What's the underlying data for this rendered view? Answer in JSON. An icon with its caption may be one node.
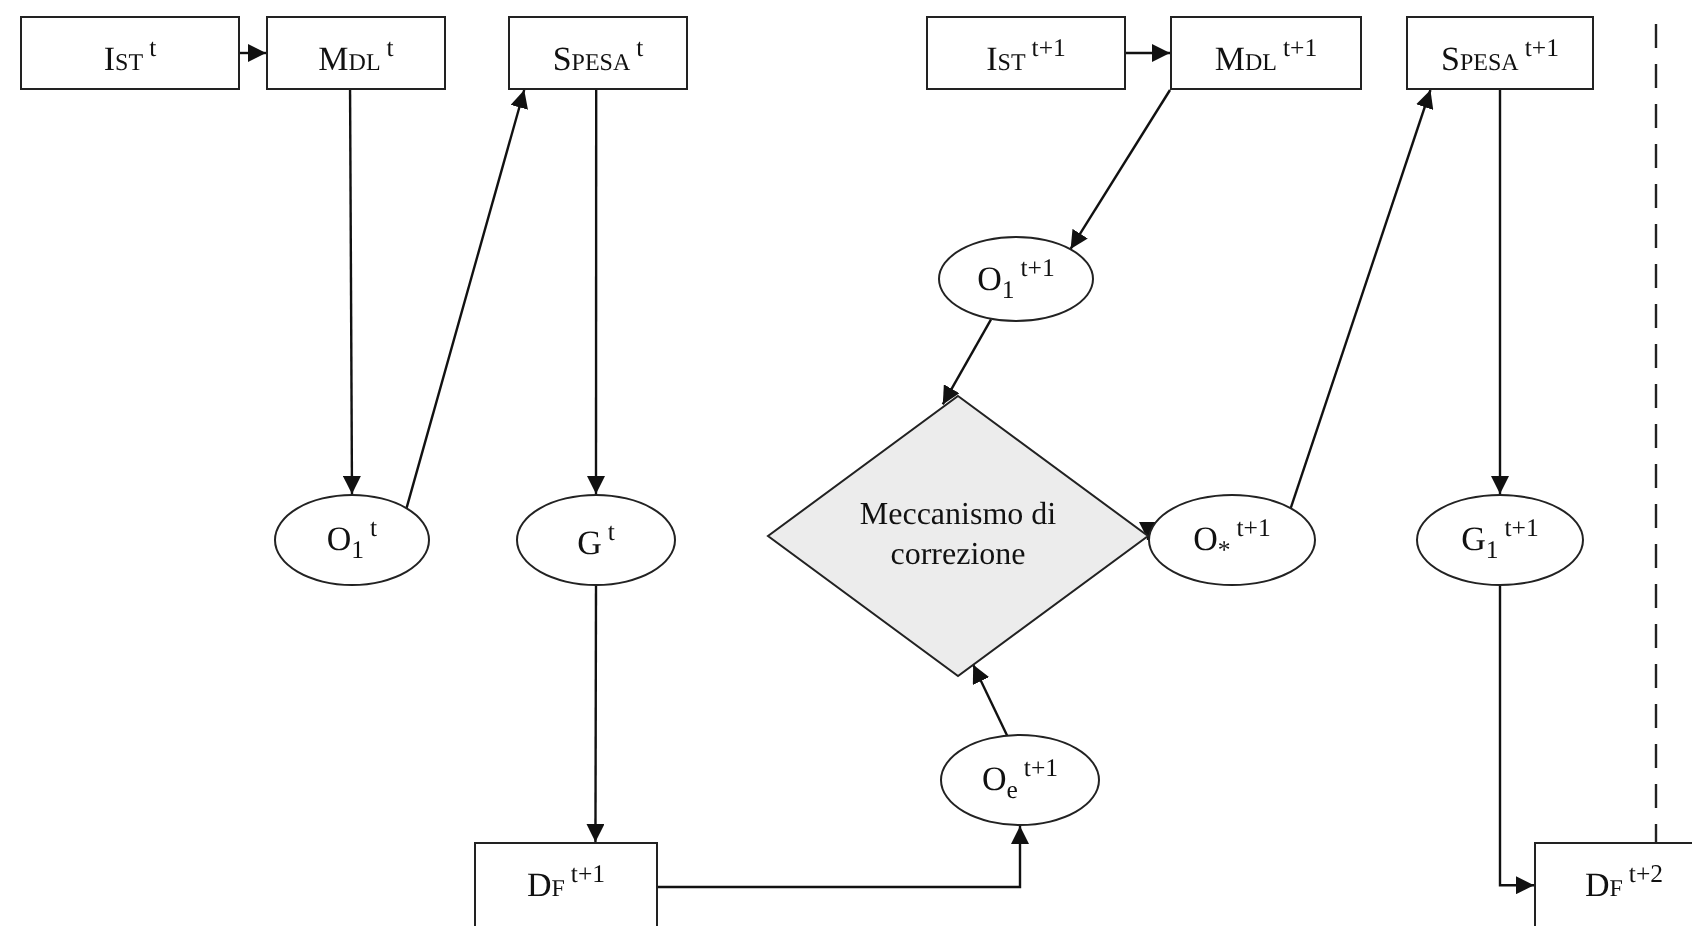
{
  "diagram": {
    "nodes": [
      {
        "text": [
          "Ist$^{t}$"
        ]
      },
      {
        "text": [
          "Mdl$^{t}$"
        ]
      },
      {
        "text": [
          "Spesa$^{t}$"
        ]
      },
      {
        "text": [
          "Ist$^{t+1}$"
        ]
      },
      {
        "text": [
          "Mdl$^{t+1}$"
        ]
      },
      {
        "text": [
          "Spesa$^{t+1}$"
        ]
      },
      {
        "text": [
          "O$_{1}$$^{t+1}$"
        ]
      },
      {
        "text": [
          "O$_{1}$$^{t}$"
        ]
      },
      {
        "text": [
          "G$^{t}$"
        ]
      },
      {
        "text": [
          "Meccanismo di correzione"
        ]
      },
      {
        "text": [
          "O$_{*}$$^{t+1}$"
        ]
      },
      {
        "text": [
          "G$_{1}$$^{t+1}$"
        ]
      },
      {
        "text": [
          "O$_{e}$$^{t+1}$"
        ]
      },
      {
        "text": [
          "Df$^{t+1}$"
        ]
      },
      {
        "text": [
          "Df$^{t+2}$"
        ]
      }
    ],
    "edges": [
      {
        "from": 0,
        "to": 1,
        "arrow": "to"
      },
      {
        "from": 1,
        "to": 7,
        "arrow": "to"
      },
      {
        "from": 7,
        "to": 2,
        "arrow": "to"
      },
      {
        "from": 2,
        "to": 8,
        "arrow": "to"
      },
      {
        "from": 8,
        "to": 13,
        "arrow": "to"
      },
      {
        "from": 13,
        "to": 12,
        "arrow": "to"
      },
      {
        "from": 12,
        "to": 9,
        "arrow": "to"
      },
      {
        "from": 3,
        "to": 4,
        "arrow": "to"
      },
      {
        "from": 4,
        "to": 6,
        "arrow": "to"
      },
      {
        "from": 6,
        "to": 9,
        "arrow": "to"
      },
      {
        "from": 9,
        "to": 10,
        "arrow": "to"
      },
      {
        "from": 10,
        "to": 5,
        "arrow": "to"
      },
      {
        "from": 5,
        "to": 11,
        "arrow": "to"
      },
      {
        "from": 11,
        "to": 14,
        "arrow": "to"
      }
    ]
  }
}
